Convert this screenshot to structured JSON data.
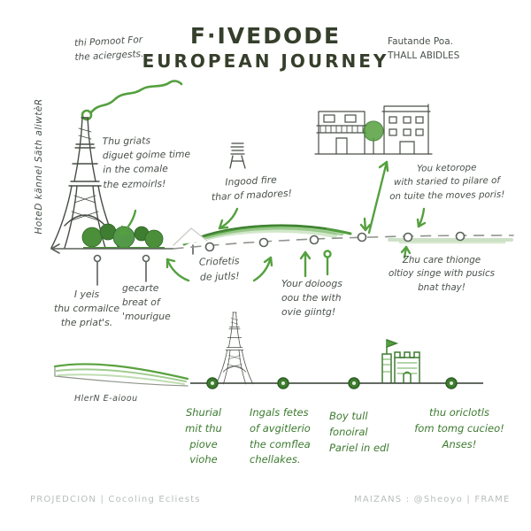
{
  "palette": {
    "title_ink": "#353f2b",
    "hand_ink": "#49514a",
    "green_accent": "#55a03f",
    "green_dark": "#3c7a2f",
    "timeline_gray": "#5a615a",
    "footer_gray": "#b7beba"
  },
  "header": {
    "title_line1": "F·IVEDODE",
    "title_line2": "EUROPEAN JOURNEY",
    "note_left": "thi Pomoot For\nthe aciergests.",
    "note_right": "Fautande Poa.\nTHALL ABIDLES"
  },
  "left_margin": {
    "vertical_label": "HoteD kännel Säth aliwtèR"
  },
  "annotations": {
    "monuments": "Thu griats\ndiguet goime time\nin the comale\nthe ezmoirls!",
    "fire": "Ingood fire\nthar of madores!",
    "ketorope": "You ketorope\nwith staried to pilare of\non tuite the moves poris!",
    "care": "Zhu care thionge\noltioy singe with pusics\nbnat thay!",
    "crofetis": "Criofetis\nde jutls!",
    "doiogs": "Your doioogs\noou the with\novie giintg!",
    "pin_first": "I yeis\nthu cormailce\nthe priat's.",
    "pin_second": "gecarte\nbreat of\n'mourigue",
    "landscape_label": "HlerN E-aioou"
  },
  "bottom_timeline": {
    "items": [
      {
        "label": "Shurial\nmit thu\npiove\nviohe"
      },
      {
        "label": "Ingals fetes\nof avgitlerio\nthe comflea\nchellakes."
      },
      {
        "label": "Boy tull\nfonoiral\nPariel in edl"
      },
      {
        "label": "thu oriclotls\nfom tomg cucieo!\nAnses!"
      }
    ]
  },
  "footer": {
    "left": "PROJEDCION | Cocoling Ecliests",
    "right": "MAIZANS : @Sheoyo | FRAME"
  }
}
